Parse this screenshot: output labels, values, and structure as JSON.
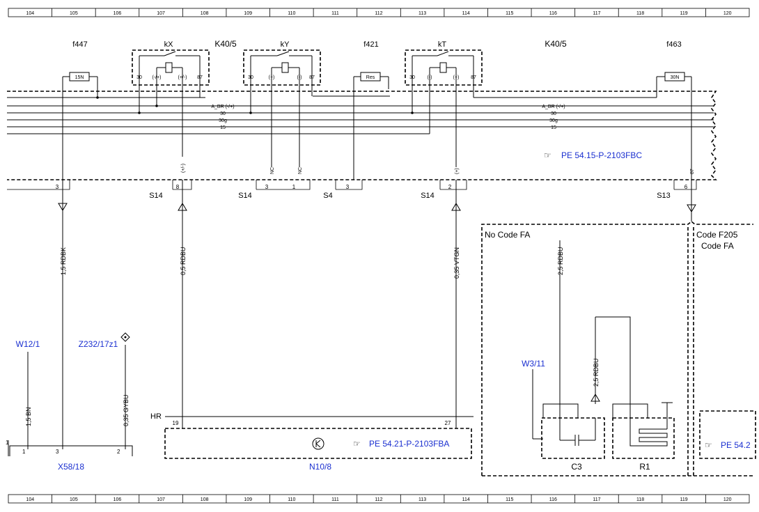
{
  "grid_columns": [
    "104",
    "105",
    "106",
    "107",
    "108",
    "109",
    "110",
    "111",
    "112",
    "113",
    "114",
    "115",
    "116",
    "117",
    "118",
    "119",
    "120"
  ],
  "components": {
    "f447": "f447",
    "f421": "f421",
    "f463": "f463",
    "kX": "kX",
    "kY": "kY",
    "kT": "kT",
    "k40_5_left": "K40/5",
    "k40_5_right": "K40/5",
    "fuse_15n": "15N",
    "fuse_res": "Res",
    "fuse_30n": "30N"
  },
  "relay_pins": {
    "kx": [
      "30",
      "(-/+)",
      "(+/-)",
      "87"
    ],
    "ky": [
      "30",
      "(+)",
      "(-)",
      "87"
    ],
    "kt": [
      "30",
      "(-)",
      "(+)",
      "87"
    ]
  },
  "bus_labels": {
    "abr_left": "A_BR (-/+)",
    "abr_right": "A_BR (-/+)",
    "l30_left": "30",
    "l30_right": "30",
    "l30g_left": "30g",
    "l30g_right": "30g",
    "l15_left": "15",
    "l15_right": "15"
  },
  "wire_tags": {
    "pm": "(+/-)",
    "nc1": "NC",
    "nc2": "NC",
    "p": "(+)",
    "p87": "87"
  },
  "ref_top": "PE 54.15-P-2103FBC",
  "ref_mid": "PE 54.21-P-2103FBA",
  "ref_right": "PE 54.2",
  "connectors": {
    "s14a": "S14",
    "s14b": "S14",
    "s4": "S4",
    "s14c": "S14",
    "s13": "S13",
    "pin_3a": "3",
    "pin_8": "8",
    "pin_3b": "3",
    "pin_1": "1",
    "pin_3c": "3",
    "pin_2": "2",
    "pin_6": "6"
  },
  "wires": {
    "rdbk": "1,5 RDBK",
    "rdbu05": "0,5 RDBU",
    "vtgn": "0,35 VTGN",
    "rdbu25a": "2,5 RDBU",
    "rdbu25b": "2,5 RDBU",
    "bn": "1,5 BN",
    "gybu": "0,35 GYBU"
  },
  "codes": {
    "no_fa": "No Code FA",
    "f205": "Code F205",
    "fa": "Code FA"
  },
  "bottom": {
    "w12": "W12/1",
    "z232": "Z232/17z1",
    "x58": "X58/18",
    "hr": "HR",
    "pin19": "19",
    "pin27": "27",
    "n10": "N10/8",
    "w3": "W3/11",
    "c3": "C3",
    "r1": "R1",
    "x58_p1": "1",
    "x58_p3": "3",
    "x58_p2": "2",
    "edge_1": "1"
  }
}
